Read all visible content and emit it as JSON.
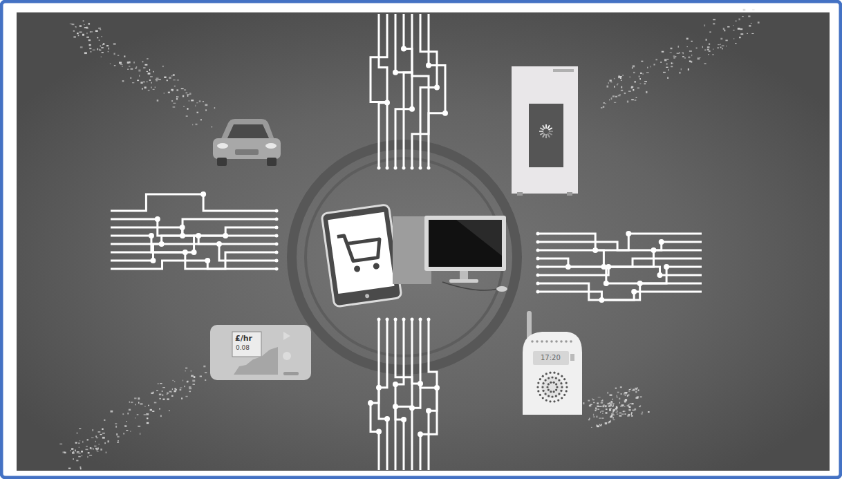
{
  "diagram": {
    "labels": [
      "£/hr",
      "0.08",
      "17:20"
    ]
  }
}
